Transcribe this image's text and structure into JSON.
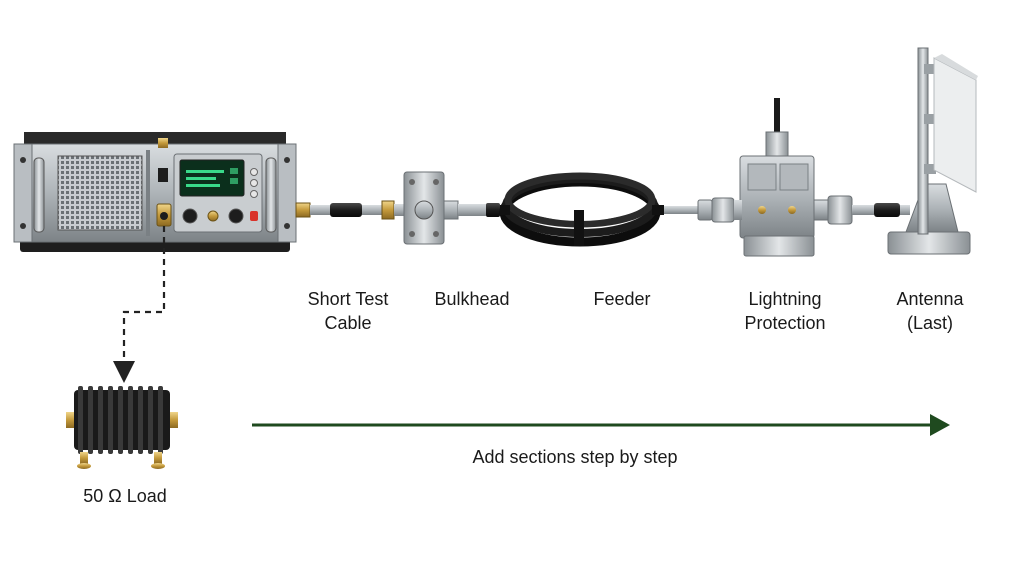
{
  "labels": {
    "short_test_cable": [
      "Short Test",
      "Cable"
    ],
    "bulkhead": [
      "Bulkhead"
    ],
    "feeder": [
      "Feeder"
    ],
    "lightning_protection": [
      "Lightning",
      "Protection"
    ],
    "antenna": [
      "Antenna",
      "(Last)"
    ],
    "load": "50 Ω Load",
    "progress_arrow": "Add sections step by step"
  },
  "colors": {
    "arrow": "#1f4a1f",
    "dashed_connector": "#222222",
    "display": "#0b2f1c",
    "display_text": "#39d98a"
  }
}
